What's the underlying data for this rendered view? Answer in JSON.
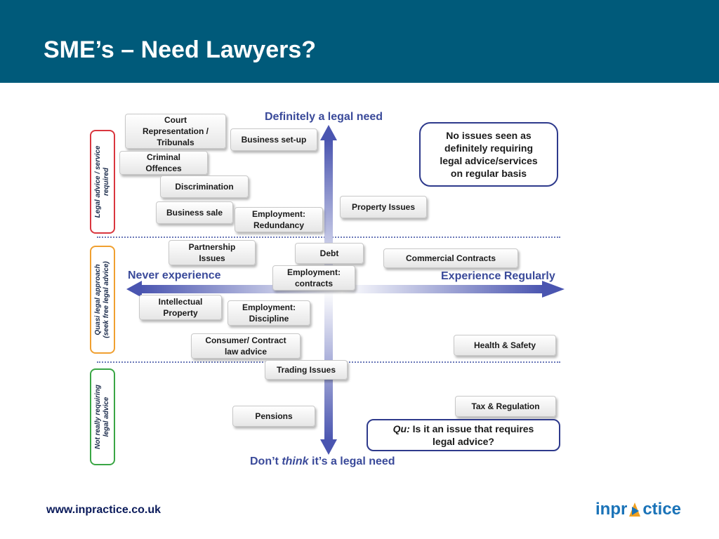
{
  "header": {
    "title": "SME’s – Need Lawyers?"
  },
  "side_labels": {
    "top": "Legal advice / service\nrequired",
    "middle": "Quasi legal approach\n(seek free legal advice)",
    "bottom": "Not really requiring\nlegal advice"
  },
  "side_colors": {
    "top": "#d9363e",
    "middle": "#f0a030",
    "bottom": "#3aa645"
  },
  "axes": {
    "top": "Definitely a legal need",
    "bottom_prefix": "Don’t ",
    "bottom_italic": "think",
    "bottom_suffix": " it’s a legal need",
    "left": "Never experience",
    "right": "Experience Regularly"
  },
  "issues": [
    "Court\nRepresentation /\nTribunals",
    "Business set-up",
    "Criminal\nOffences",
    "Discrimination",
    "Business sale",
    "Employment:\nRedundancy",
    "Property Issues",
    "Partnership\nIssues",
    "Debt",
    "Commercial Contracts",
    "Employment:\ncontracts",
    "Intellectual\nProperty",
    "Employment:\nDiscipline",
    "Consumer/ Contract\nlaw advice",
    "Health & Safety",
    "Trading Issues",
    "Pensions",
    "Tax & Regulation"
  ],
  "notes": {
    "top_right": "No issues seen as\ndefinitely requiring\nlegal advice/services\non regular basis",
    "bottom_right_prefix": "Qu:",
    "bottom_right_line1": " Is it an issue that requires",
    "bottom_right_line2": "legal advice?"
  },
  "footer": {
    "url": "www.inpractice.co.uk",
    "logo_left": "inpr",
    "logo_right": "ctice"
  },
  "colors": {
    "header": "#005a7a",
    "axis": "#3a4a9a",
    "note_border": "#2e3a8c"
  },
  "icons": {
    "logo_mark": "play-triangle-icon"
  }
}
